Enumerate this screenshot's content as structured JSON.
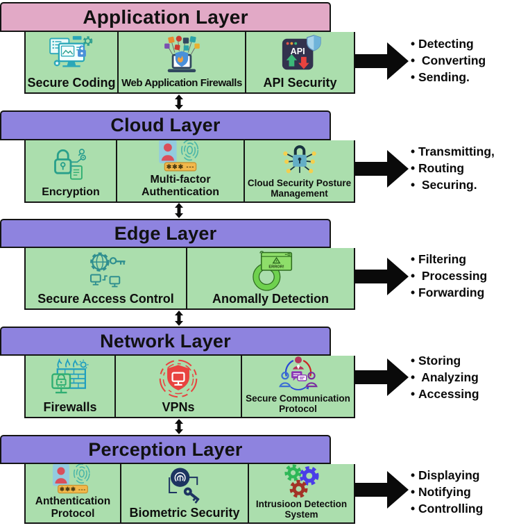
{
  "diagram": {
    "colors": {
      "application_header": "#e2a9c6",
      "layer_header": "#8e83df",
      "cell_background": "#abdead",
      "border": "#141414",
      "arrow": "#0a0a0a",
      "background": "#ffffff"
    },
    "layers": [
      {
        "title": "Application Layer",
        "cells": [
          {
            "label": "Secure Coding",
            "icon": "secure-coding-icon"
          },
          {
            "label": "Web Application Firewalls",
            "icon": "web-application-firewall-icon"
          },
          {
            "label": "API Security",
            "icon": "api-security-icon",
            "icon_text": "API"
          }
        ],
        "bullets": [
          "Detecting",
          " Converting",
          "Sending."
        ]
      },
      {
        "title": "Cloud Layer",
        "cells": [
          {
            "label": "Encryption",
            "icon": "encryption-lock-icon"
          },
          {
            "label": "Multi-factor Authentication",
            "icon": "multi-factor-authentication-icon",
            "icon_text": "✱✱✱ ---"
          },
          {
            "label": "Cloud Security Posture Management",
            "icon": "cloud-security-posture-icon"
          }
        ],
        "bullets": [
          "Transmitting,",
          "Routing",
          " Securing."
        ]
      },
      {
        "title": "Edge Layer",
        "cells": [
          {
            "label": "Secure Access Control",
            "icon": "secure-access-control-icon"
          },
          {
            "label": "Anomally Detection",
            "icon": "anomaly-detection-icon",
            "icon_text": "ERROR!"
          }
        ],
        "bullets": [
          "Filtering",
          " Processing",
          "Forwarding"
        ]
      },
      {
        "title": "Network Layer",
        "cells": [
          {
            "label": "Firewalls",
            "icon": "firewall-icon"
          },
          {
            "label": "VPNs",
            "icon": "vpn-shield-icon"
          },
          {
            "label": "Secure Communication Protocol",
            "icon": "secure-communication-icon"
          }
        ],
        "bullets": [
          "Storing",
          " Analyzing",
          "Accessing"
        ]
      },
      {
        "title": "Perception Layer",
        "cells": [
          {
            "label": "Anthentication Protocol",
            "icon": "authentication-protocol-icon",
            "icon_text": "✱✱✱ ---"
          },
          {
            "label": "Biometric Security",
            "icon": "biometric-security-icon"
          },
          {
            "label": "Intrusioon Detection System",
            "icon": "intrusion-detection-icon"
          }
        ],
        "bullets": [
          "Displaying",
          "Notifying",
          "Controlling"
        ]
      }
    ]
  }
}
